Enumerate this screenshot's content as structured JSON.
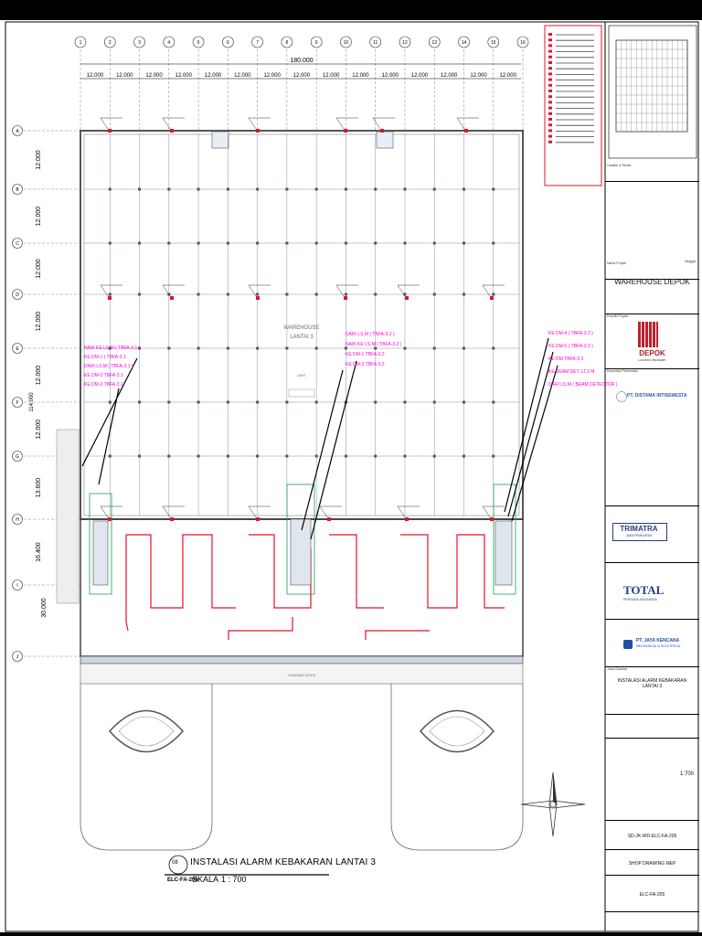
{
  "drawing": {
    "grid_columns": [
      "1",
      "2",
      "3",
      "4",
      "5",
      "6",
      "7",
      "8",
      "9",
      "10",
      "11",
      "12",
      "13",
      "14",
      "15",
      "16"
    ],
    "grid_rows": [
      "A",
      "B",
      "C",
      "D",
      "E",
      "F",
      "G",
      "H",
      "I",
      "J"
    ],
    "overall_width_dim": "180.000",
    "bay_dims_x": [
      "12.000",
      "12.000",
      "12.000",
      "12.000",
      "12.000",
      "12.000",
      "12.000",
      "12.000",
      "12.000",
      "12.000",
      "12.000",
      "12.000",
      "12.000",
      "12.000",
      "12.000"
    ],
    "bay_dims_y": [
      "12.000",
      "12.000",
      "12.000",
      "12.000",
      "12.000",
      "12.000",
      "13.600",
      "16.400"
    ],
    "side_total_dim": "114.000",
    "side_sub_dim": "30.000",
    "room_label_1": "WAREHOUSE",
    "room_label_2": "LANTAI 3",
    "unit_label": "UNIT",
    "callouts_left": [
      "NAIK KE LS.M ( TBFA-3.1 )",
      "KE DM-1 ( TBFA-3.1",
      "DARI LS.M ( TBFA-3.1 )",
      "KE DM-2 TBFA-3.1",
      "KE DM-3 TBFA-3.1"
    ],
    "callouts_mid": [
      "DARI LS.M ( TBFA-3.2 )",
      "NAIK KE LS.M ( TBFA-3.2 )",
      "KE DM-1 TBFA-3.2",
      "KE DM-2 TBFA-3.2"
    ],
    "callouts_right": [
      "KE DM-4 ( TBFA-3.3 )",
      "KE DM-5 ( TBFA-3.3 )",
      "KE DM TBFA-3.3",
      "KE BEAM DET. LT.3 M",
      "DARI LS.M ( BEAM DETECTOR )"
    ],
    "dock_label": "LOADING DOCK"
  },
  "title": {
    "number": "08",
    "main": "INSTALASI ALARM KEBAKARAN LANTAI 3",
    "code": "ELC-FA-205",
    "scale_label": "SKALA",
    "scale_value": "1 : 700"
  },
  "title_block": {
    "project_header": "Nama Proyek",
    "project_name": "WAREHOUSE DEPOK",
    "owner_header": "Pemilik Proyek",
    "owner_logo": "DEPOK",
    "owner_logo_sub": "LOGISTIK PROPERTI",
    "consultant_header": "Konsultan Perencana",
    "consultant_name": "PT. DISTAMA INTISEMESTA",
    "mgmt_logo": "TRIMATRA",
    "mgmt_logo_sub": "JASA PRAKARSA",
    "contractor_logo": "TOTAL",
    "contractor_logo_sub": "PERSADA INDONESIA",
    "mep_name": "PT. JAYA KENCANA",
    "mep_sub": "MECHANICAL & ELECTRICAL",
    "drawing_title_header": "Judul Gambar",
    "drawing_title_1": "INSTALASI ALARM KEBAKARAN",
    "drawing_title_2": "LANTAI 3",
    "scale": "1:700",
    "drawing_no": "SD-JK-WD-ELC-FA-205",
    "type": "SHOP DRAWING MEP",
    "sheet_no": "ELC-FA-205",
    "catatan": "Catatan & Revisi",
    "tanggal": "Tanggal"
  },
  "colors": {
    "red": "#e8102a",
    "magenta": "#ff00d4",
    "green": "#19a34a",
    "blue_grid": "#5a7fb0",
    "dark": "#222222"
  }
}
